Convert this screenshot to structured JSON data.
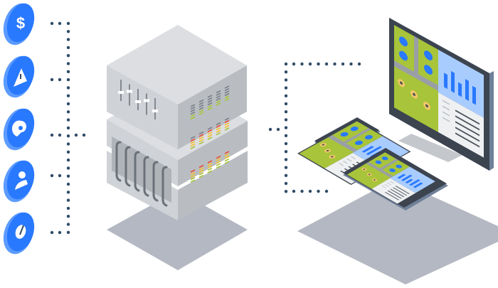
{
  "illustration": {
    "coins": [
      {
        "icon": "dollar-icon"
      },
      {
        "icon": "warning-icon"
      },
      {
        "icon": "map-pin-icon"
      },
      {
        "icon": "user-icon"
      },
      {
        "icon": "gauge-icon"
      }
    ],
    "center": "server-rack",
    "devices": [
      "desktop-monitor",
      "smartphone",
      "tablet"
    ]
  },
  "colors": {
    "coin_face": "#2979ff",
    "coin_side": "#5c9bff",
    "connector_dots": "#2f4b66",
    "server_top": "#dcdee1",
    "server_left": "#cfd2d6",
    "server_right": "#b9bdc2",
    "shadow": "#b4b8c2",
    "screen_green": "#a8c43a",
    "screen_blue": "#a9ccff",
    "bar_blue": "#2979ff",
    "device_frame": "#3c4450",
    "device_edge": "#6f8099",
    "led_red": "#e84c3d",
    "led_yellow": "#f2c230",
    "led_green": "#a8c43a",
    "led_gray": "#7b8088"
  }
}
